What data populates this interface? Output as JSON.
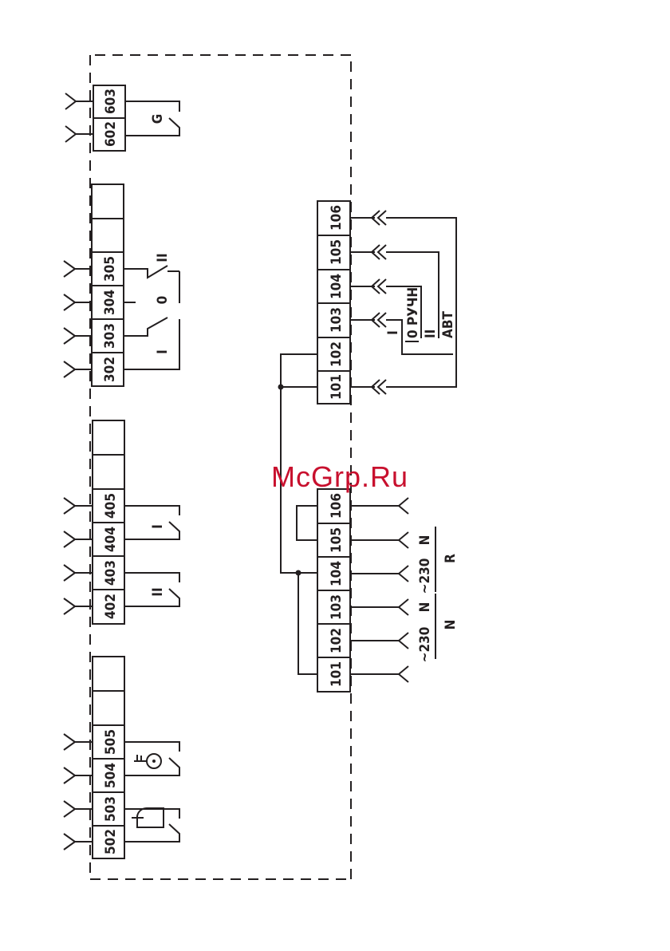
{
  "watermark": "McGrp.Ru",
  "block600": {
    "terminals": [
      "603",
      "602"
    ],
    "contact_label": "G"
  },
  "block300": {
    "terminals": [
      "305",
      "304",
      "303",
      "302"
    ],
    "position_labels": [
      "II",
      "0",
      "I"
    ]
  },
  "block400": {
    "terminals": [
      "405",
      "404",
      "403",
      "402"
    ],
    "contact_labels": [
      "I",
      "II"
    ]
  },
  "block500": {
    "terminals": [
      "505",
      "504",
      "503",
      "502"
    ],
    "icons": [
      "key-icon",
      "bell-icon"
    ]
  },
  "upper_terminals": [
    "106",
    "105",
    "104",
    "103",
    "102",
    "101"
  ],
  "lower_terminals": [
    "106",
    "105",
    "104",
    "103",
    "102",
    "101"
  ],
  "mode_labels": {
    "i": "I",
    "zero": "0",
    "manual": "РУЧН",
    "ii": "II",
    "auto": "АВТ"
  },
  "supply_labels": {
    "r_n": "N",
    "r_v": "~230",
    "r_group": "R",
    "n_n": "N",
    "n_v": "~230",
    "n_group": "N"
  }
}
